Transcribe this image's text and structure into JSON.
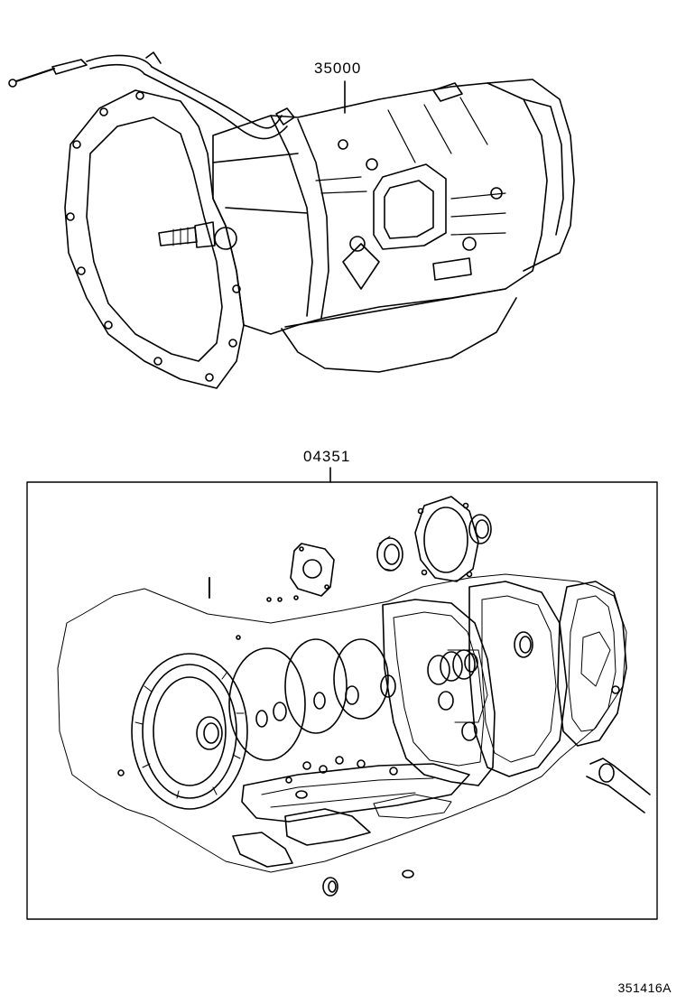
{
  "parts": {
    "transmission_assembly": {
      "part_number": "35000"
    },
    "overhaul_gasket_kit": {
      "part_number": "04351"
    }
  },
  "figure_code": "351416A"
}
